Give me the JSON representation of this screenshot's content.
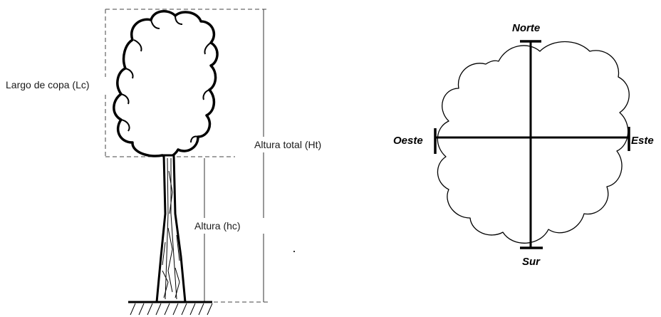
{
  "tree_diagram": {
    "crown_length_label": "Largo de copa (Lc)",
    "total_height_label": "Altura total (Ht)",
    "trunk_height_label": "Altura  (hc)"
  },
  "crown_plan": {
    "north_label": "Norte",
    "south_label": "Sur",
    "east_label": "Este",
    "west_label": "Oeste"
  }
}
